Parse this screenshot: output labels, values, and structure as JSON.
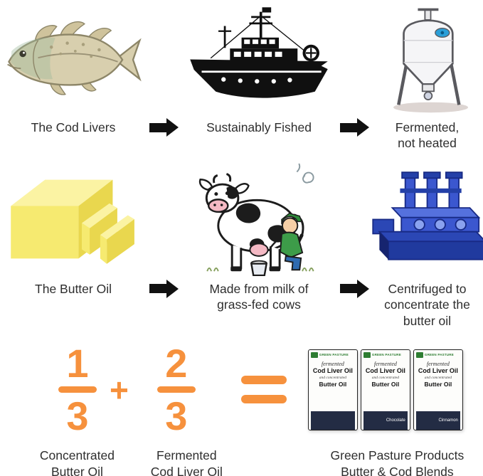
{
  "colors": {
    "accent_orange": "#F6913D",
    "arrow_black": "#111111",
    "machine_blue": "#3050C8",
    "butter_yellow": "#F6EA70",
    "brand_green": "#2E7D32"
  },
  "process_rows": [
    {
      "steps": [
        {
          "icon": "cod-fish",
          "label": "The Cod Livers"
        },
        {
          "icon": "fishing-boat",
          "label": "Sustainably Fished"
        },
        {
          "icon": "fermentation-tank",
          "label": "Fermented,\nnot heated"
        }
      ]
    },
    {
      "steps": [
        {
          "icon": "butter-block",
          "label": "The Butter Oil"
        },
        {
          "icon": "cow-milking",
          "label": "Made from milk of\ngrass-fed cows"
        },
        {
          "icon": "centrifuge-machine",
          "label": "Centrifuged to\nconcentrate the\nbutter oil"
        }
      ]
    }
  ],
  "equation": {
    "fraction1": {
      "numerator": "1",
      "denominator": "3",
      "label": "Concentrated\nButter Oil"
    },
    "plus_sign": "+",
    "fraction2": {
      "numerator": "2",
      "denominator": "3",
      "label": "Fermented\nCod Liver Oil"
    },
    "result_label": "Green Pasture Products\nButter & Cod Blends"
  },
  "products": {
    "boxes": [
      {
        "brand": "GREEN PASTURE",
        "line1": "fermented",
        "line2": "Cod Liver Oil",
        "line3": "and concentrated",
        "line4": "Butter Oil",
        "flavor": ""
      },
      {
        "brand": "GREEN PASTURE",
        "line1": "fermented",
        "line2": "Cod Liver Oil",
        "line3": "and concentrated",
        "line4": "Butter Oil",
        "flavor": "Chocolate"
      },
      {
        "brand": "GREEN PASTURE",
        "line1": "fermented",
        "line2": "Cod Liver Oil",
        "line3": "and concentrated",
        "line4": "Butter Oil",
        "flavor": "Cinnamon"
      }
    ]
  }
}
